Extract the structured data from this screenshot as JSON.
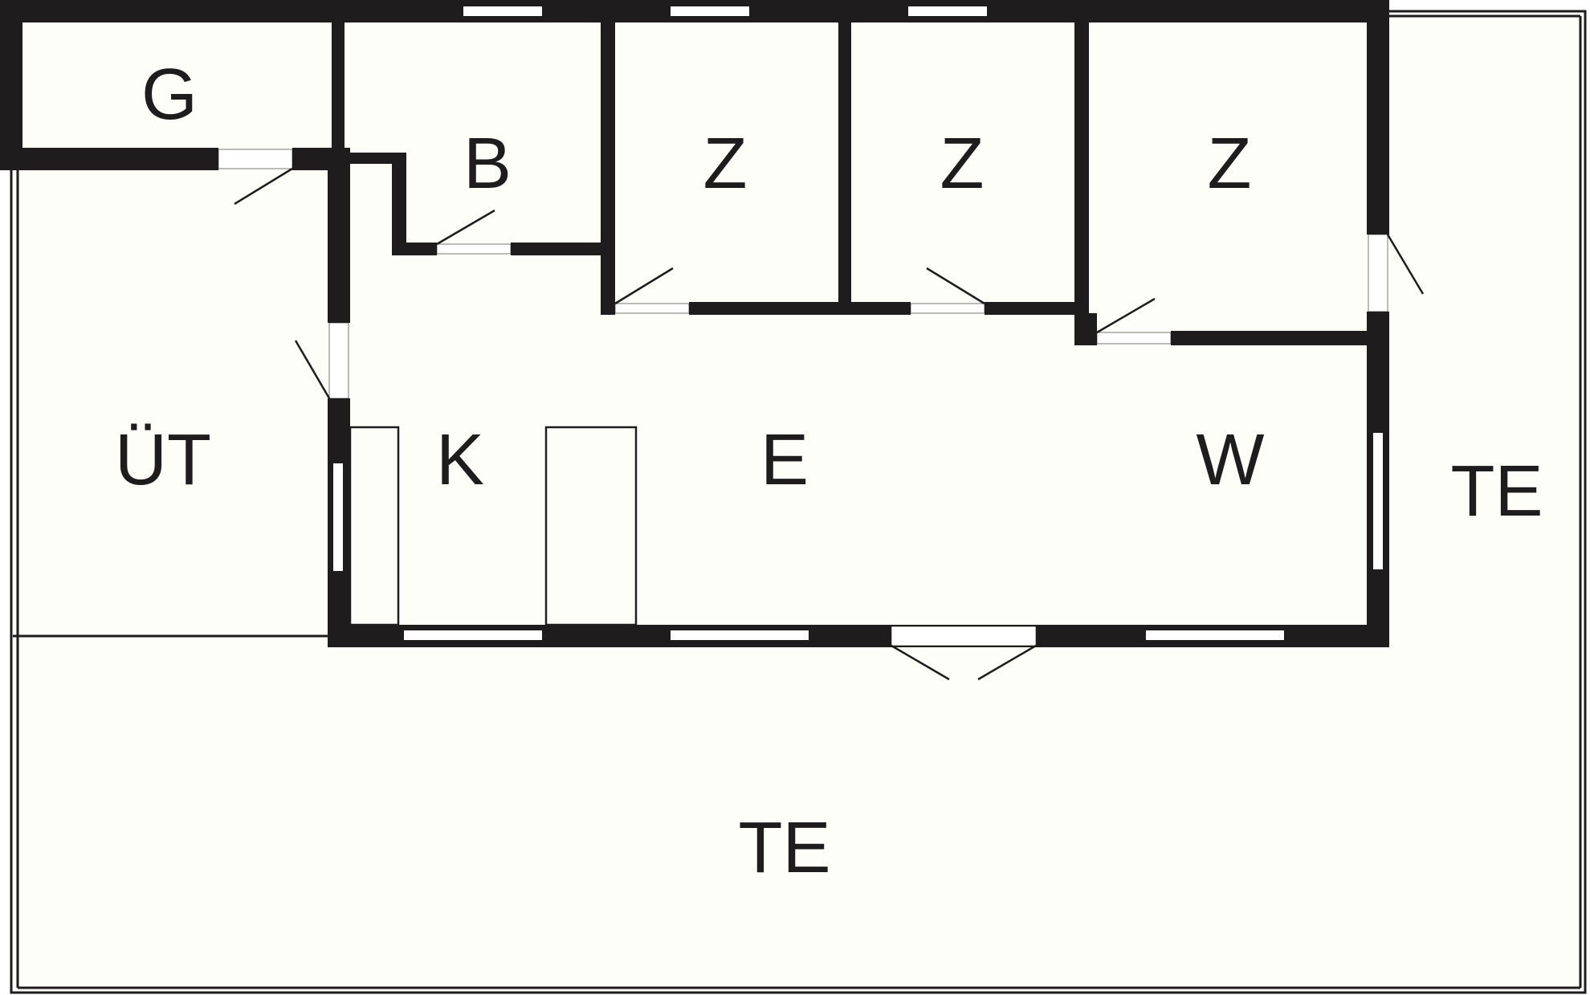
{
  "colors": {
    "wall": "#1e1c1c",
    "floor": "#fefef9",
    "background": "#ffffff"
  },
  "rooms": {
    "g": "G",
    "b": "B",
    "z1": "Z",
    "z2": "Z",
    "z3": "Z",
    "ut": "ÜT",
    "k": "K",
    "e": "E",
    "w": "W",
    "te_right": "TE",
    "te_bottom": "TE"
  }
}
